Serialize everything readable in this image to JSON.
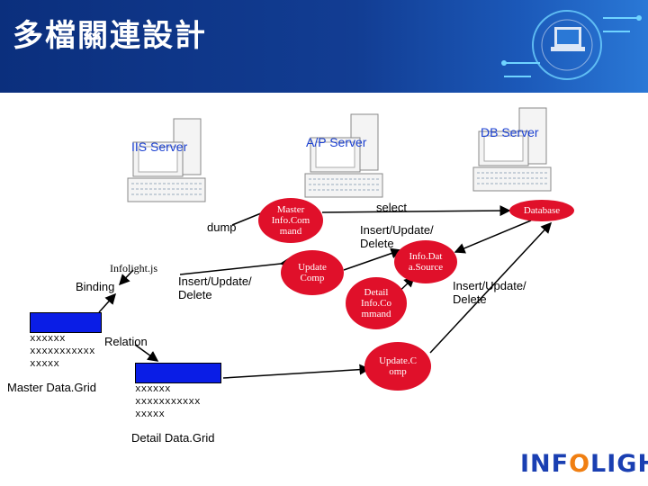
{
  "title": "多檔關連設計",
  "servers": {
    "iis": "IIS Server",
    "ap": "A/P Server",
    "db": "DB Server"
  },
  "labels": {
    "dump": "dump",
    "select": "select",
    "infolight_js": "Infolight.js",
    "binding": "Binding",
    "relation": "Relation",
    "iud_left": "Insert/Update/\nDelete",
    "iud_mid": "Insert/Update/\nDelete",
    "iud_right": "Insert/Update/\nDelete"
  },
  "nodes": {
    "master_infocommand": "Master\nInfo.Com\nmand",
    "update_comp_1": "Update\nComp",
    "detail_infocommand": "Detail\nInfo.Co\nmmand",
    "infodatasource": "Info.Dat\na.Source",
    "update_comp_2": "Update.C\nomp",
    "database": "Database"
  },
  "master_grid": {
    "rows": [
      "xxxxxx",
      "xxxxxxxxxxx",
      "xxxxx"
    ],
    "caption": "Master  Data.Grid"
  },
  "detail_grid": {
    "rows": [
      "xxxxxx",
      "xxxxxxxxxxx",
      "xxxxx"
    ],
    "caption": "Detail Data.Grid"
  },
  "logo": {
    "part1": "INF",
    "part2": "O",
    "part3": "LIGHT"
  },
  "colors": {
    "banner": "#0b2f7d",
    "node_red": "#e0102a",
    "label_blue": "#1a3fd0",
    "grid_head": "#0a1de6",
    "logo_orange": "#f07f12"
  }
}
